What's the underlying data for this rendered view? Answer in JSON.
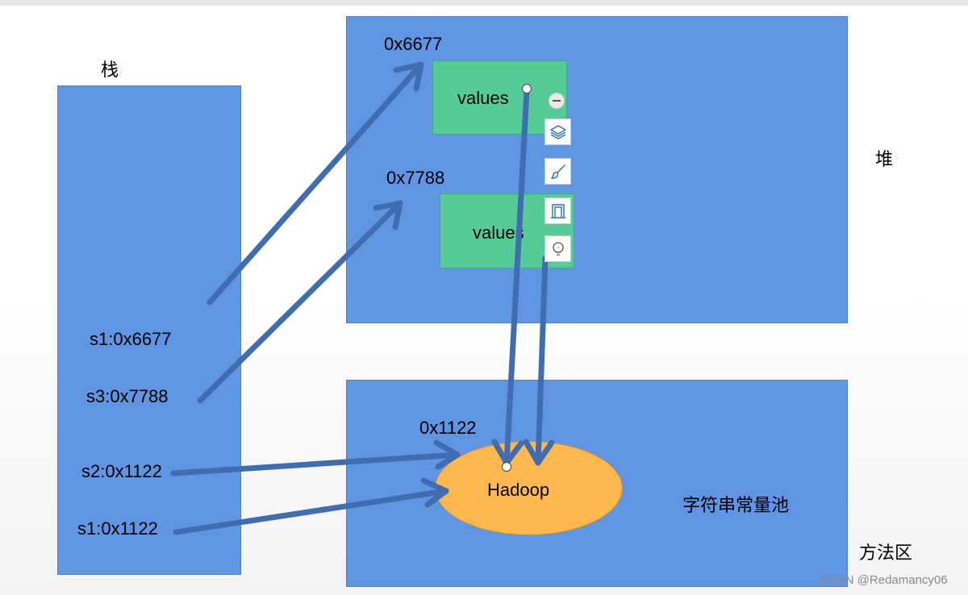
{
  "labels": {
    "stack": "栈",
    "heap": "堆",
    "method_area": "方法区",
    "string_pool": "字符串常量池"
  },
  "stack_entries": [
    "s1:0x6677",
    "s3:0x7788",
    "s2:0x1122",
    "s1:0x1122"
  ],
  "heap_objects": [
    {
      "address": "0x6677",
      "field": "values"
    },
    {
      "address": "0x7788",
      "field": "values"
    }
  ],
  "pool_object": {
    "address": "0x1122",
    "value": "Hadoop"
  },
  "watermark": "CSDN @Redamancy06",
  "colors": {
    "region": "#5f95e3",
    "object": "#56cb97",
    "string_constant": "#ffb84f",
    "arrow": "#3f6db0"
  },
  "toolbar_icons": [
    "remove-icon",
    "layers-icon",
    "brush-icon",
    "frame-icon",
    "lightbulb-icon"
  ]
}
